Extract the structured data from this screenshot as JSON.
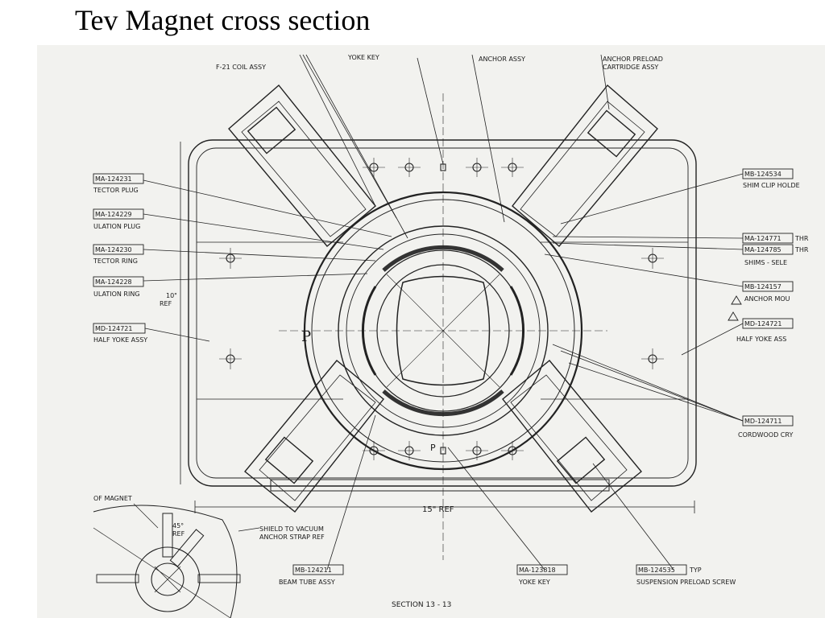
{
  "slide": {
    "title": "Tev Magnet cross section"
  },
  "labels": {
    "top": [
      "F-21 COIL ASSY",
      "YOKE KEY",
      "ANCHOR ASSY",
      "ANCHOR PRELOAD",
      "CARTRIDGE ASSY"
    ],
    "left": [
      {
        "part": "MA-124231",
        "desc": "TECTOR PLUG"
      },
      {
        "part": "MA-124229",
        "desc": "ULATION PLUG"
      },
      {
        "part": "MA-124230",
        "desc": "TECTOR RING"
      },
      {
        "part": "MA-124228",
        "desc": "ULATION RING"
      },
      {
        "part": "MD-124721",
        "desc": "HALF YOKE ASSY"
      }
    ],
    "right": [
      {
        "part": "MB-124534",
        "desc": "SHIM CLIP HOLDE"
      },
      {
        "part": "MA-124771",
        "desc": "THR"
      },
      {
        "part": "MA-124785",
        "desc": "THR"
      },
      {
        "part": "",
        "desc": "SHIMS - SELE"
      },
      {
        "part": "MB-124157",
        "desc": "ANCHOR MOU"
      },
      {
        "part": "MD-124721",
        "desc": "HALF YOKE ASS"
      },
      {
        "part": "MD-124711",
        "desc": "CORDWOOD CRY"
      }
    ],
    "bottom": [
      {
        "part": "MB-124211",
        "desc": "BEAM TUBE ASSY"
      },
      {
        "part": "MA-123818",
        "desc": "YOKE KEY"
      },
      {
        "part": "MB-124535",
        "desc": "SUSPENSION PRELOAD SCREW",
        "suffix": "TYP"
      }
    ],
    "dims": {
      "height": "10\"",
      "height_ref": "REF",
      "width": "15\" REF",
      "angle": "45°",
      "angle_ref": "REF"
    },
    "misc": {
      "of_magnet": "OF MAGNET",
      "shield_line1": "SHIELD TO VACUUM",
      "shield_line2": "ANCHOR STRAP REF",
      "section": "SECTION 13 - 13",
      "centerline_mark": "P"
    }
  }
}
